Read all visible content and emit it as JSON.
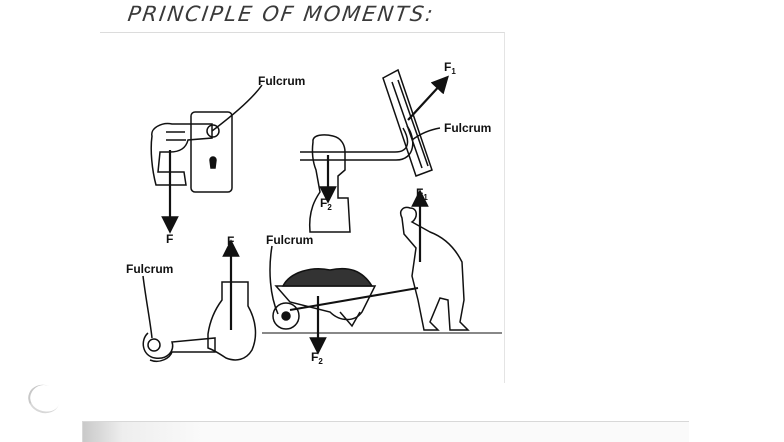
{
  "title": "PRINCIPLE OF MOMENTS:",
  "labels": {
    "fulcrum": "Fulcrum",
    "force": "F",
    "f1": "F",
    "f1_sub": "1",
    "f2": "F",
    "f2_sub": "2"
  },
  "icons": [
    "hand-on-door-handle-icon",
    "hand-on-lever-icon",
    "wrench-icon",
    "wheelbarrow-icon",
    "person-icon",
    "force-arrow-icon"
  ],
  "colors": {
    "ink": "#111111",
    "paper": "#ffffff",
    "title_ink": "#3a3a3a"
  },
  "footer_snippet": ""
}
